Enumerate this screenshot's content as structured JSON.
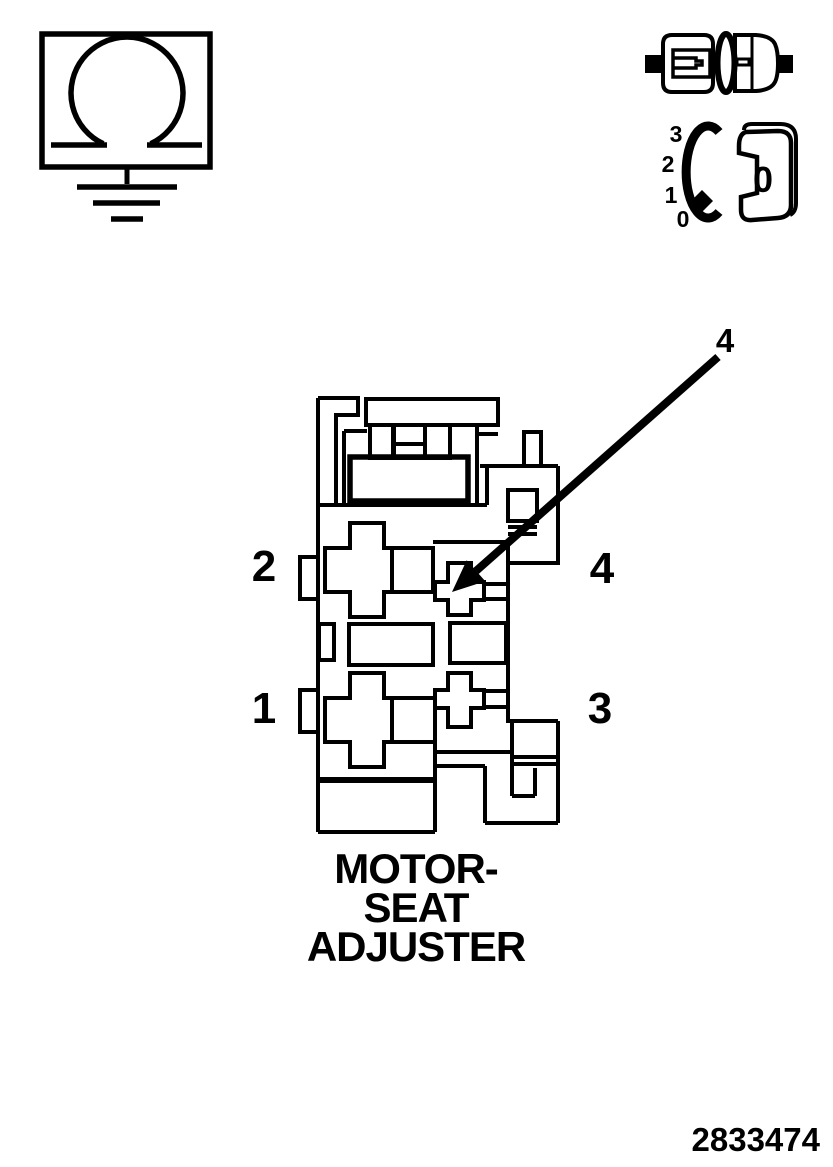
{
  "colors": {
    "ink": "#000000",
    "paper": "#ffffff"
  },
  "schematic_symbols": {
    "ohmmeter_to_ground": {
      "icon": "ohmmeter-to-ground-symbol"
    },
    "inline_connector": {
      "icon": "inline-connector-halves-symbol"
    },
    "ignition_switch": {
      "icon": "ignition-switch-position-symbol",
      "positions": [
        "3",
        "2",
        "1",
        "0"
      ],
      "key_face_label": "0"
    }
  },
  "connector_diagram": {
    "callout": {
      "label": "4"
    },
    "pin_labels": {
      "left_top": "2",
      "left_bottom": "1",
      "right_top": "4",
      "right_bottom": "3"
    },
    "component_name_lines": [
      "MOTOR-",
      "SEAT",
      "ADJUSTER"
    ]
  },
  "footer": {
    "figure_number": "2833474"
  }
}
